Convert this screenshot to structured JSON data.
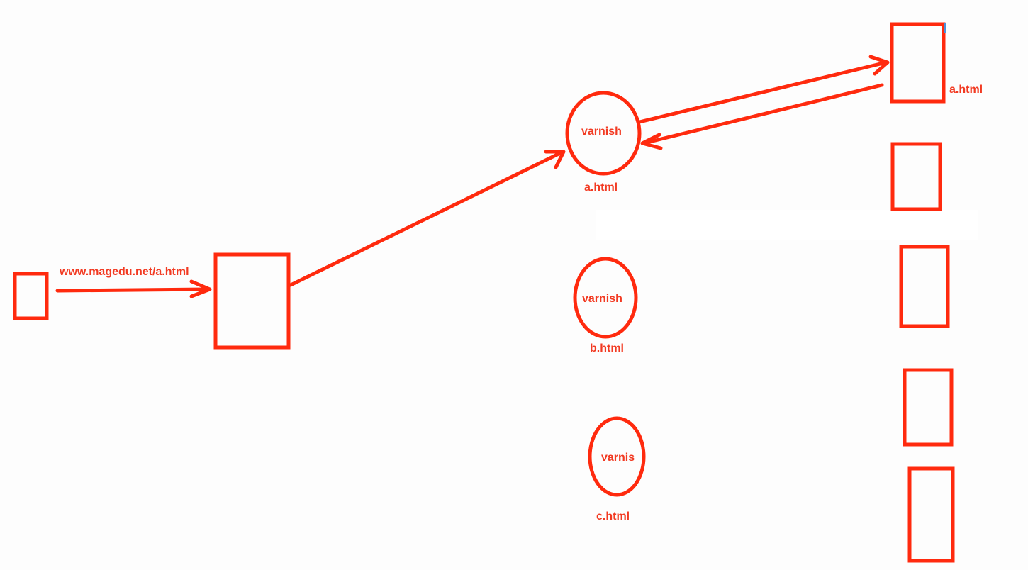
{
  "colors": {
    "stroke": "#ff2a0e",
    "text": "#f23a22",
    "background": "#fdfdfd",
    "corner_accent": "#4a90d9"
  },
  "labels": {
    "url": "www.magedu.net/a.html",
    "varnish_1": "varnish",
    "varnish_2": "varnish",
    "varnish_3": "varnis",
    "cache_file_1": "a.html",
    "cache_file_2": "b.html",
    "cache_file_3": "c.html",
    "backend_file": "a.html"
  },
  "nodes": {
    "client": "client-box",
    "scheduler": "scheduler-box",
    "caches": [
      "varnish-node-1",
      "varnish-node-2",
      "varnish-node-3"
    ],
    "backends": [
      "backend-1",
      "backend-2",
      "backend-3",
      "backend-4",
      "backend-5"
    ]
  }
}
